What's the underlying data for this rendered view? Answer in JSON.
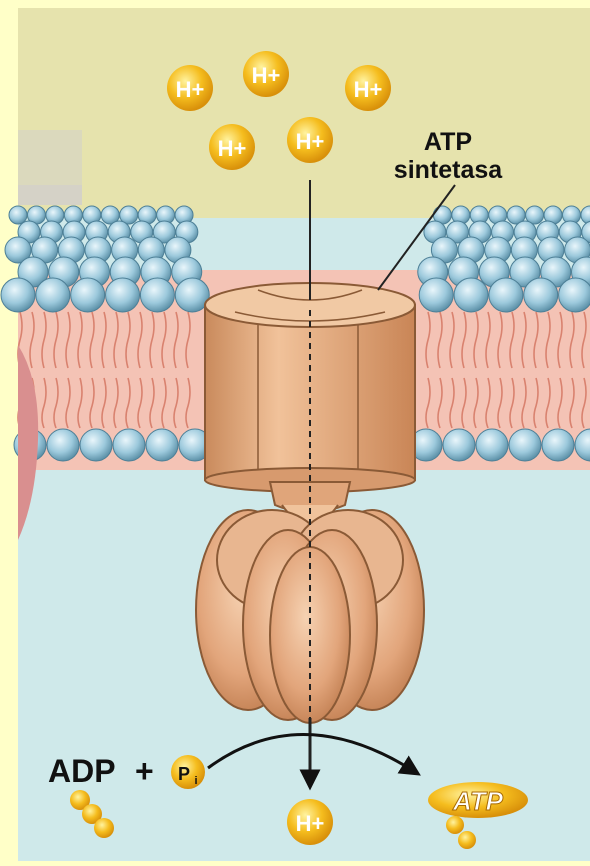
{
  "labels": {
    "enzyme_name_line1": "ATP",
    "enzyme_name_line2": "sintetasa",
    "adp": "ADP",
    "plus": "+",
    "phosphate": "P",
    "phosphate_sub": "i",
    "atp_product": "ATP",
    "proton": "H+"
  },
  "colors": {
    "border": "#ffffc8",
    "outer_space": "#e6e3ad",
    "inner_space": "#cfe9ea",
    "membrane_core": "#f4c3b5",
    "lipid_head": "#9bc9dc",
    "enzyme": "#e0a57a",
    "proton": "#f2b619"
  }
}
